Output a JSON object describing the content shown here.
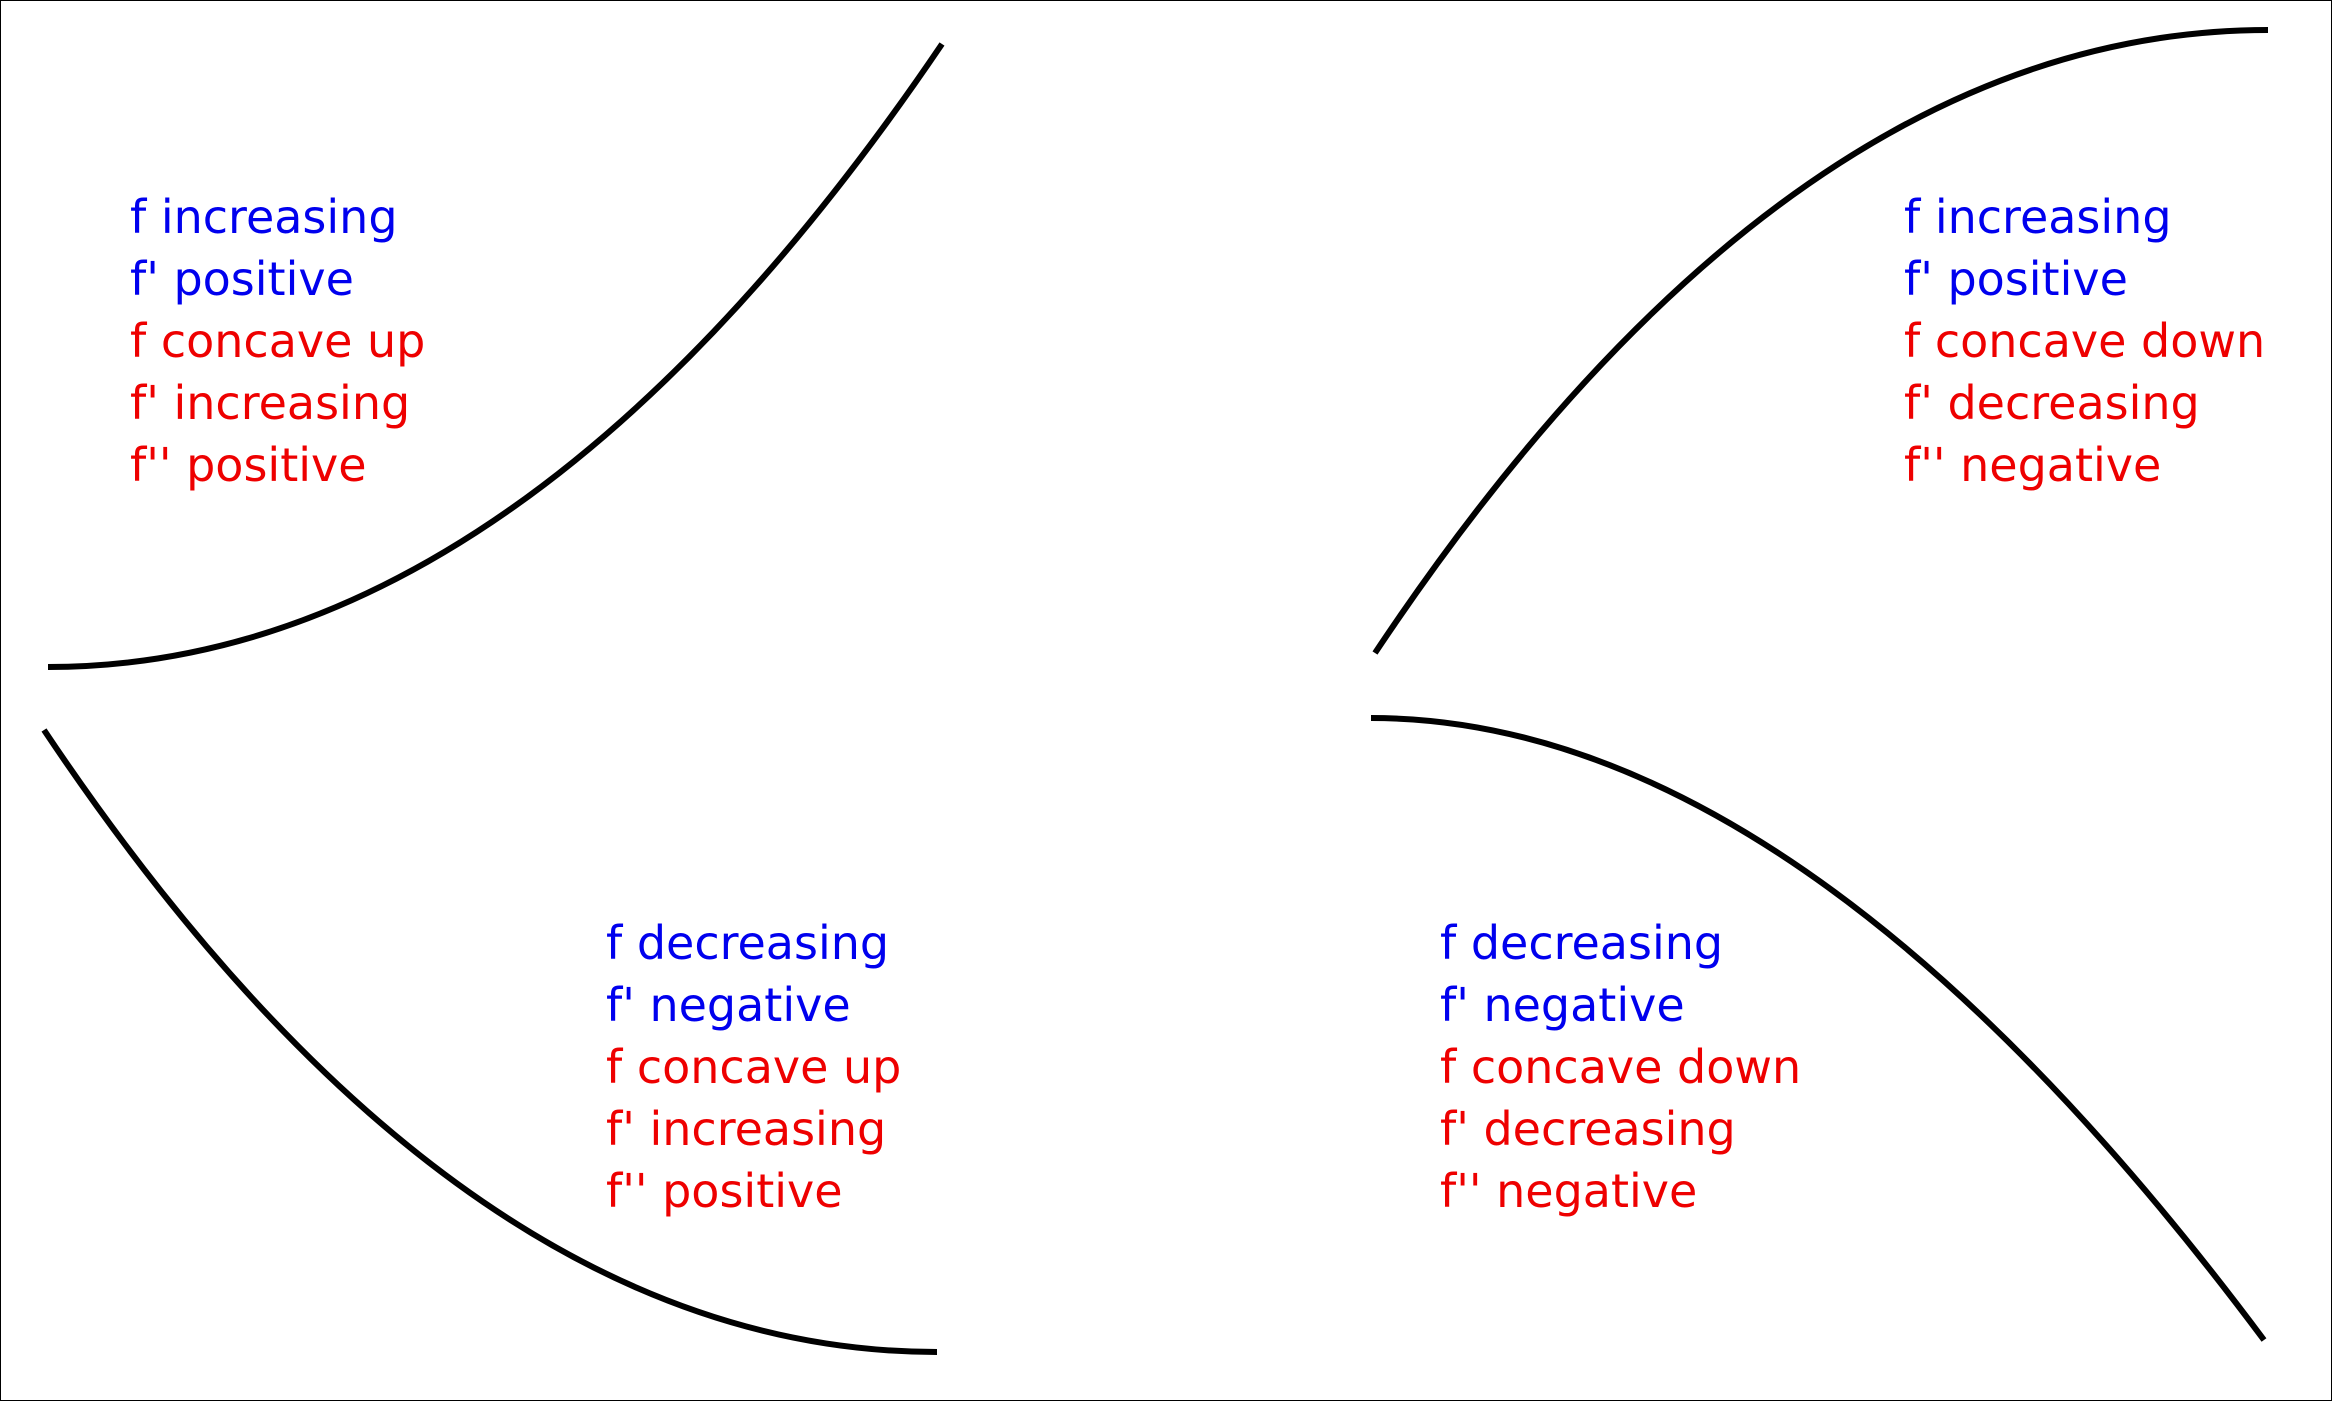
{
  "colors": {
    "first_derivative": "#0000ee",
    "second_derivative": "#ee0000",
    "curve": "#000000"
  },
  "panels": [
    {
      "lines": [
        {
          "text": "f increasing",
          "color": "blue"
        },
        {
          "text": "f' positive",
          "color": "blue"
        },
        {
          "text": "f concave up",
          "color": "red"
        },
        {
          "text": "f' increasing",
          "color": "red"
        },
        {
          "text": "f'' positive",
          "color": "red"
        }
      ]
    },
    {
      "lines": [
        {
          "text": "f increasing",
          "color": "blue"
        },
        {
          "text": "f' positive",
          "color": "blue"
        },
        {
          "text": "f concave down",
          "color": "red"
        },
        {
          "text": "f' decreasing",
          "color": "red"
        },
        {
          "text": "f'' negative",
          "color": "red"
        }
      ]
    },
    {
      "lines": [
        {
          "text": "f decreasing",
          "color": "blue"
        },
        {
          "text": "f' negative",
          "color": "blue"
        },
        {
          "text": "f concave up",
          "color": "red"
        },
        {
          "text": "f' increasing",
          "color": "red"
        },
        {
          "text": "f'' positive",
          "color": "red"
        }
      ]
    },
    {
      "lines": [
        {
          "text": "f decreasing",
          "color": "blue"
        },
        {
          "text": "f' negative",
          "color": "blue"
        },
        {
          "text": "f concave down",
          "color": "red"
        },
        {
          "text": "f' decreasing",
          "color": "red"
        },
        {
          "text": "f'' negative",
          "color": "red"
        }
      ]
    }
  ]
}
